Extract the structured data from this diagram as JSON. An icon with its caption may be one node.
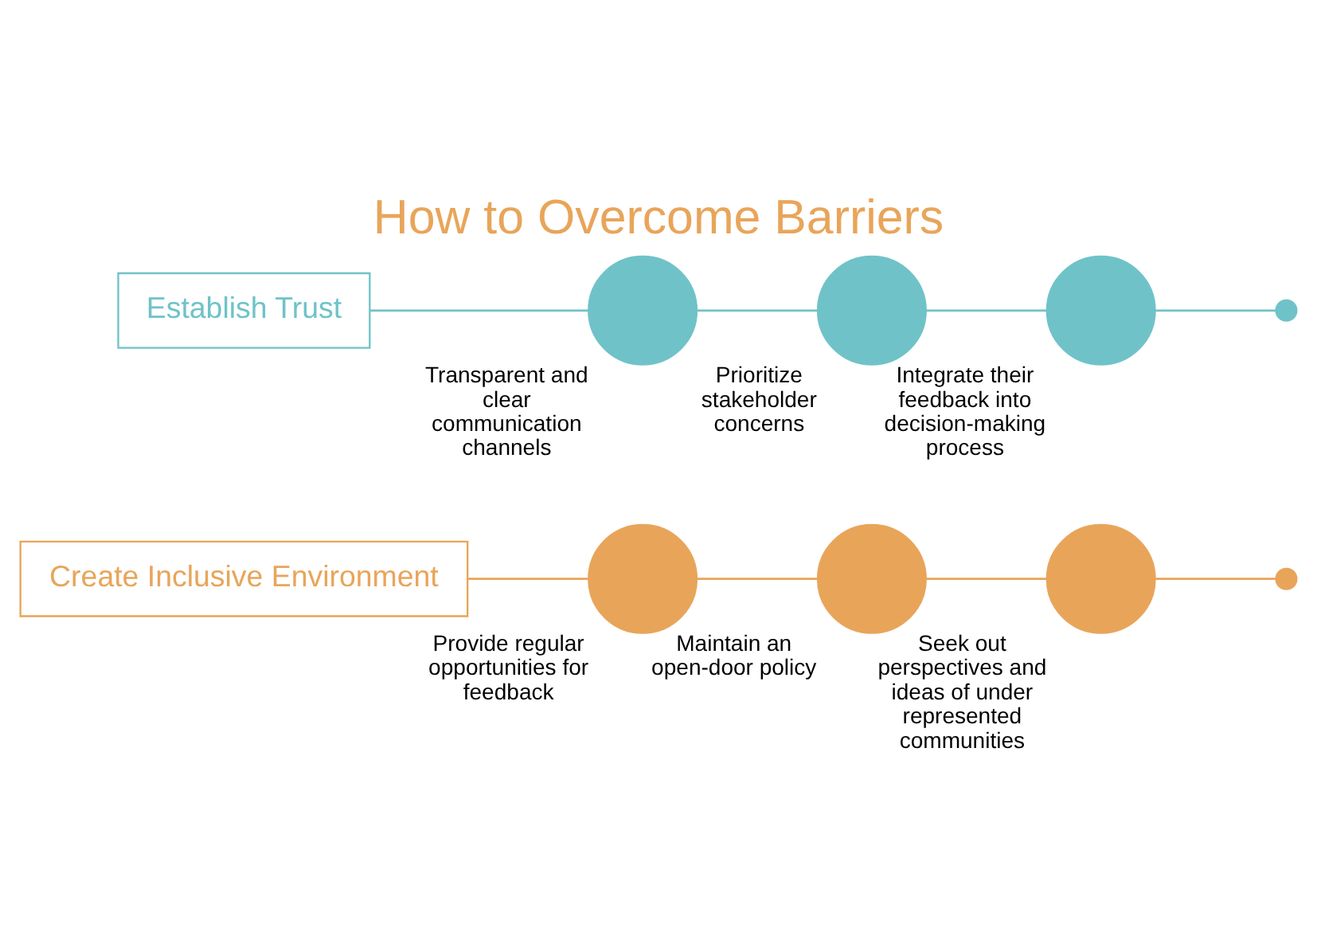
{
  "diagram": {
    "title": "How to Overcome Barriers",
    "nodes": [
      {
        "text": [
          "Establish Trust"
        ]
      },
      {
        "text": [],
        "shape": "circle",
        "beside": [
          "Transparent and clear communication channels"
        ]
      },
      {
        "text": [],
        "shape": "circle",
        "beside": [
          "Prioritize stakeholder concerns"
        ]
      },
      {
        "text": [],
        "shape": "circle",
        "beside": [
          "Integrate their feedback into decision-making process"
        ]
      },
      {
        "text": [],
        "shape": "circle"
      },
      {
        "text": [
          "Create Inclusive Environment"
        ]
      },
      {
        "text": [],
        "shape": "circle",
        "beside": [
          "Provide regular opportunities for feedback"
        ]
      },
      {
        "text": [],
        "shape": "circle",
        "beside": [
          "Maintain an open-door policy"
        ]
      },
      {
        "text": [],
        "shape": "circle",
        "beside": [
          "Seek out perspectives and ideas of under represented communities"
        ]
      },
      {
        "text": [],
        "shape": "circle"
      }
    ],
    "edges": [
      {
        "from": 0,
        "to": 1,
        "arrow": "none",
        "color": "#6fc3c8"
      },
      {
        "from": 1,
        "to": 2,
        "arrow": "none",
        "color": "#6fc3c8"
      },
      {
        "from": 2,
        "to": 3,
        "arrow": "none",
        "color": "#6fc3c8"
      },
      {
        "from": 3,
        "to": 4,
        "arrow": "none",
        "color": "#6fc3c8"
      },
      {
        "from": 5,
        "to": 6,
        "arrow": "none",
        "color": "#e8a55a"
      },
      {
        "from": 6,
        "to": 7,
        "arrow": "none",
        "color": "#e8a55a"
      },
      {
        "from": 7,
        "to": 8,
        "arrow": "none",
        "color": "#e8a55a"
      },
      {
        "from": 8,
        "to": 9,
        "arrow": "none",
        "color": "#e8a55a"
      }
    ]
  }
}
